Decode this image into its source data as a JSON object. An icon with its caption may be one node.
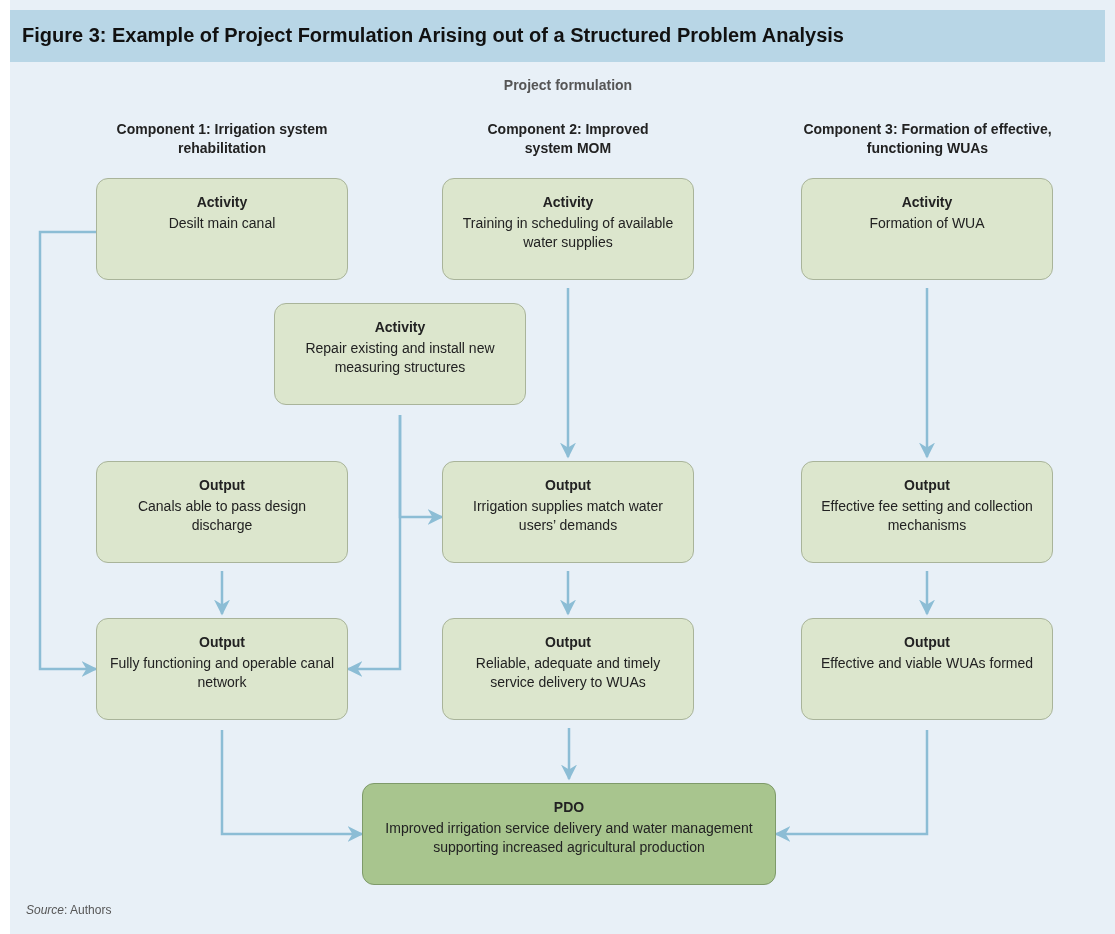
{
  "diagram": {
    "title": "Figure 3: Example of Project Formulation Arising out of a Structured Problem Analysis",
    "nodes": [
      {
        "text": [
          "Activity",
          "Desilt main canal"
        ]
      },
      {
        "text": [
          "Activity",
          "Training in scheduling of available water supplies"
        ]
      },
      {
        "text": [
          "Activity",
          "Formation of WUA"
        ]
      },
      {
        "text": [
          "Activity",
          "Repair existing and install new measuring structures"
        ]
      },
      {
        "text": [
          "Output",
          "Canals able to pass design discharge"
        ]
      },
      {
        "text": [
          "Output",
          "Irrigation supplies match water users’ demands"
        ]
      },
      {
        "text": [
          "Output",
          "Effective fee setting and collection mechanisms"
        ]
      },
      {
        "text": [
          "Output",
          "Fully functioning and operable canal network"
        ]
      },
      {
        "text": [
          "Output",
          "Reliable, adequate and timely service delivery to WUAs"
        ]
      },
      {
        "text": [
          "Output",
          "Effective and viable WUAs formed"
        ]
      },
      {
        "text": [
          "PDO",
          "Improved irrigation service delivery and water management supporting increased agricultural production"
        ]
      }
    ],
    "edges": [
      {
        "from": 0,
        "to": 7,
        "arrow": "to"
      },
      {
        "from": 1,
        "to": 5,
        "arrow": "to"
      },
      {
        "from": 2,
        "to": 6,
        "arrow": "to"
      },
      {
        "from": 3,
        "to": 5,
        "arrow": "to"
      },
      {
        "from": 3,
        "to": 7,
        "arrow": "to"
      },
      {
        "from": 4,
        "to": 7,
        "arrow": "to"
      },
      {
        "from": 5,
        "to": 8,
        "arrow": "to"
      },
      {
        "from": 6,
        "to": 9,
        "arrow": "to"
      },
      {
        "from": 7,
        "to": 10,
        "arrow": "to"
      },
      {
        "from": 8,
        "to": 10,
        "arrow": "to"
      },
      {
        "from": 9,
        "to": 10,
        "arrow": "to"
      }
    ],
    "labels": [
      "Project formulation",
      "Component 1: Irrigation system rehabilitation",
      "Component 2: Improved system MOM",
      "Component 3: Formation of effective, functioning WUAs",
      "*Source*: Authors"
    ]
  }
}
